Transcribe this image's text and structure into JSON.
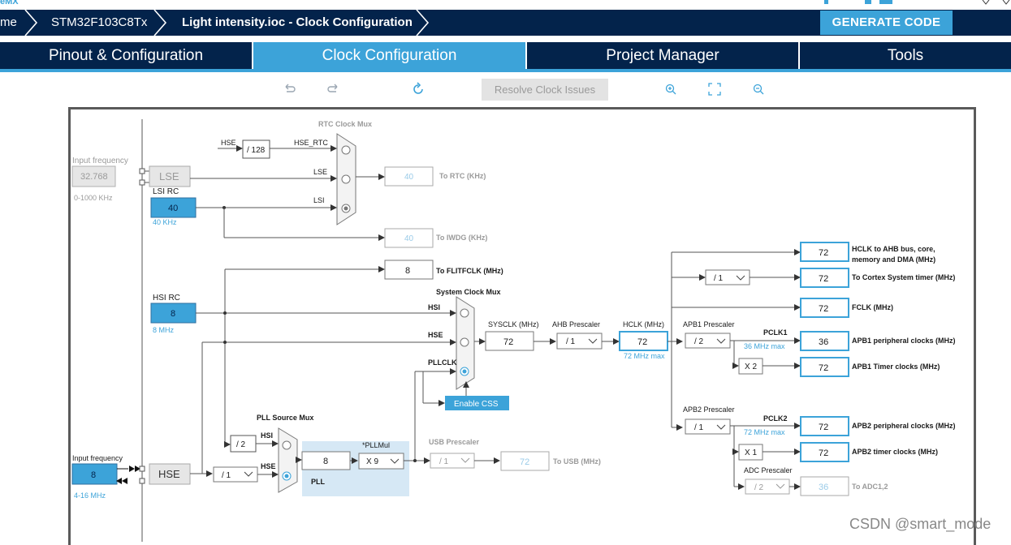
{
  "header": {
    "app_fragment": "eMX",
    "crumbs": [
      "me",
      "STM32F103C8Tx",
      "Light intensity.ioc - Clock Configuration"
    ],
    "generate_label": "GENERATE CODE"
  },
  "tabs": [
    "Pinout & Configuration",
    "Clock Configuration",
    "Project Manager",
    "Tools"
  ],
  "toolbar": {
    "resolve_label": "Resolve Clock Issues"
  },
  "diagram": {
    "lse_input": {
      "caption": "Input frequency",
      "value": "32.768",
      "range": "0-1000 KHz"
    },
    "hse_input": {
      "caption": "Input frequency",
      "value": "8",
      "range": "4-16 MHz"
    },
    "lse_label": "LSE",
    "lsi_title": "LSI RC",
    "lsi_value": "40",
    "lsi_unit": "40 KHz",
    "hsi_title": "HSI RC",
    "hsi_value": "8",
    "hsi_unit": "8 MHz",
    "hse_label": "HSE",
    "rtc_mux_title": "RTC Clock Mux",
    "hse_div128": "/ 128",
    "hse_rtc": "HSE_RTC",
    "rtc_in_hse": "HSE",
    "rtc_in_lse": "LSE",
    "rtc_in_lsi": "LSI",
    "rtc_value": "40",
    "rtc_label": "To RTC (KHz)",
    "iwdg_value": "40",
    "iwdg_label": "To IWDG (KHz)",
    "flit_value": "8",
    "flit_label": "To FLITFCLK (MHz)",
    "sys_mux_title": "System Clock Mux",
    "sys_in_hsi": "HSI",
    "sys_in_hse": "HSE",
    "sys_in_pll": "PLLCLK",
    "enable_css": "Enable CSS",
    "sysclk_title": "SYSCLK (MHz)",
    "sysclk_value": "72",
    "ahb_title": "AHB Prescaler",
    "ahb_value": "/ 1",
    "hclk_title": "HCLK (MHz)",
    "hclk_value": "72",
    "hclk_max": "72 MHz max",
    "apb1_title": "APB1 Prescaler",
    "apb1_value": "/ 2",
    "pclk1": "PCLK1",
    "pclk1_max": "36 MHz max",
    "apb2_title": "APB2 Prescaler",
    "apb2_value": "/ 1",
    "pclk2": "PCLK2",
    "pclk2_max": "72 MHz max",
    "cortex_div": "/ 1",
    "x2": "X 2",
    "x1": "X 1",
    "adc_title": "ADC Prescaler",
    "adc_value": "/ 2",
    "outputs": [
      {
        "value": "72",
        "label": "HCLK to AHB bus, core,",
        "label2": "memory and DMA (MHz)"
      },
      {
        "value": "72",
        "label": "To Cortex System timer (MHz)"
      },
      {
        "value": "72",
        "label": "FCLK (MHz)"
      },
      {
        "value": "36",
        "label": "APB1 peripheral clocks (MHz)"
      },
      {
        "value": "72",
        "label": "APB1 Timer clocks (MHz)"
      },
      {
        "value": "72",
        "label": "APB2 peripheral clocks (MHz)"
      },
      {
        "value": "72",
        "label": "APB2 timer clocks (MHz)"
      },
      {
        "value": "36",
        "label": "To ADC1,2"
      }
    ],
    "pll_src_title": "PLL Source Mux",
    "pll_div2": "/ 2",
    "pll_in_hsi": "HSI",
    "pll_in_hse": "HSE",
    "hse_prediv": "/ 1",
    "pll_value": "8",
    "pllmul_title": "*PLLMul",
    "pllmul_value": "X 9",
    "pll_label": "PLL",
    "usb_title": "USB Prescaler",
    "usb_div": "/ 1",
    "usb_value": "72",
    "usb_label": "To USB (MHz)"
  },
  "watermark": "CSDN @smart_mode",
  "colors": {
    "navy": "#03234b",
    "accent": "#3ca3d9",
    "pll_bg": "#d6e8f5"
  }
}
